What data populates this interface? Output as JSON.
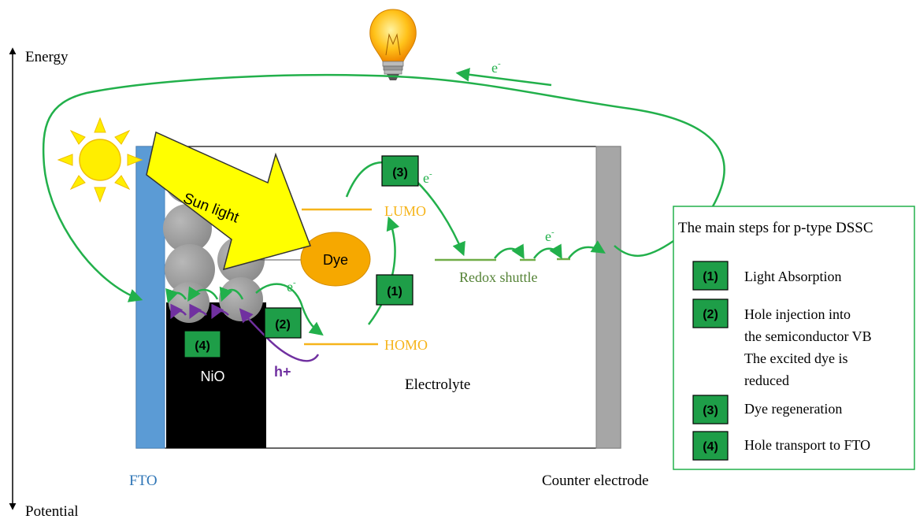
{
  "axis": {
    "top_label": "Energy",
    "bottom_label": "Potential"
  },
  "electrodes": {
    "left_label": "FTO",
    "right_label": "Counter electrode"
  },
  "materials": {
    "semiconductor": "NiO",
    "electrolyte": "Electrolyte",
    "dye": "Dye",
    "sunlight": "Sun light",
    "hole": "h+"
  },
  "levels": {
    "lumo": "LUMO",
    "homo": "HOMO",
    "redox": "Redox shuttle"
  },
  "electron": {
    "base": "e",
    "sup": "-"
  },
  "step_badges": [
    "(1)",
    "(2)",
    "(3)",
    "(4)"
  ],
  "legend": {
    "title": "The main steps for p-type DSSC",
    "items": [
      {
        "badge": "(1)",
        "lines": [
          "Light Absorption"
        ]
      },
      {
        "badge": "(2)",
        "lines": [
          "Hole injection into",
          "the semiconductor VB",
          "The excited dye is",
          "reduced"
        ]
      },
      {
        "badge": "(3)",
        "lines": [
          "Dye regeneration"
        ]
      },
      {
        "badge": "(4)",
        "lines": [
          "Hole transport to FTO"
        ]
      }
    ]
  },
  "colors": {
    "green": "#22b04b",
    "badge_fill": "#1e9e48",
    "fto_blue": "#5b9bd5",
    "counter_grey": "#a6a6a6",
    "orange_level": "#f6b41a",
    "redox_green": "#70ad47",
    "purple": "#7030a0",
    "dye_fill": "#f6a800",
    "sun_yellow": "#ffee00"
  },
  "icons": [
    "sun-icon",
    "light-bulb-icon"
  ]
}
